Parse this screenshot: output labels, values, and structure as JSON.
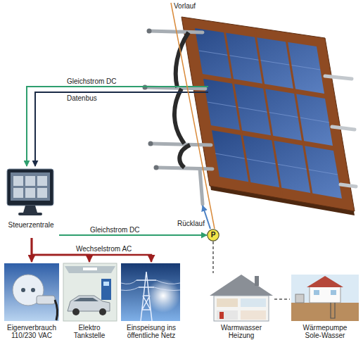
{
  "diagram": {
    "nodes": [
      {
        "text": [
          "Vorlauf"
        ]
      },
      {
        "text": [
          "Steuerzentrale"
        ]
      },
      {
        "text": [
          "P"
        ]
      },
      {
        "text": [
          "Eigenverbrauch 110/230 VAC"
        ]
      },
      {
        "text": [
          "Elektro Tankstelle"
        ]
      },
      {
        "text": [
          "Einspeisung ins öffentliche Netz"
        ]
      },
      {
        "text": [
          "Warmwasser Heizung"
        ]
      },
      {
        "text": [
          "Wärmepumpe Sole-Wasser"
        ]
      }
    ],
    "edges": [
      {
        "from": 0,
        "to": 1,
        "label": "Gleichstrom DC",
        "arrow": "to"
      },
      {
        "from": 0,
        "to": 1,
        "label": "Datenbus",
        "arrow": "to"
      },
      {
        "from": 1,
        "to": 2,
        "label": "Gleichstrom DC",
        "arrow": "to"
      },
      {
        "from": 2,
        "to": 0,
        "label": "Rücklauf",
        "arrow": "to"
      },
      {
        "from": 0,
        "to": 2,
        "arrow": "none"
      },
      {
        "from": 1,
        "to": 3,
        "arrow": "to"
      },
      {
        "from": 1,
        "to": 4,
        "label": "Wechselstrom AC",
        "arrow": "to"
      },
      {
        "from": 1,
        "to": 5,
        "arrow": "to"
      },
      {
        "from": 2,
        "to": 6,
        "arrow": "none"
      },
      {
        "from": 6,
        "to": 7,
        "arrow": "none"
      }
    ]
  }
}
